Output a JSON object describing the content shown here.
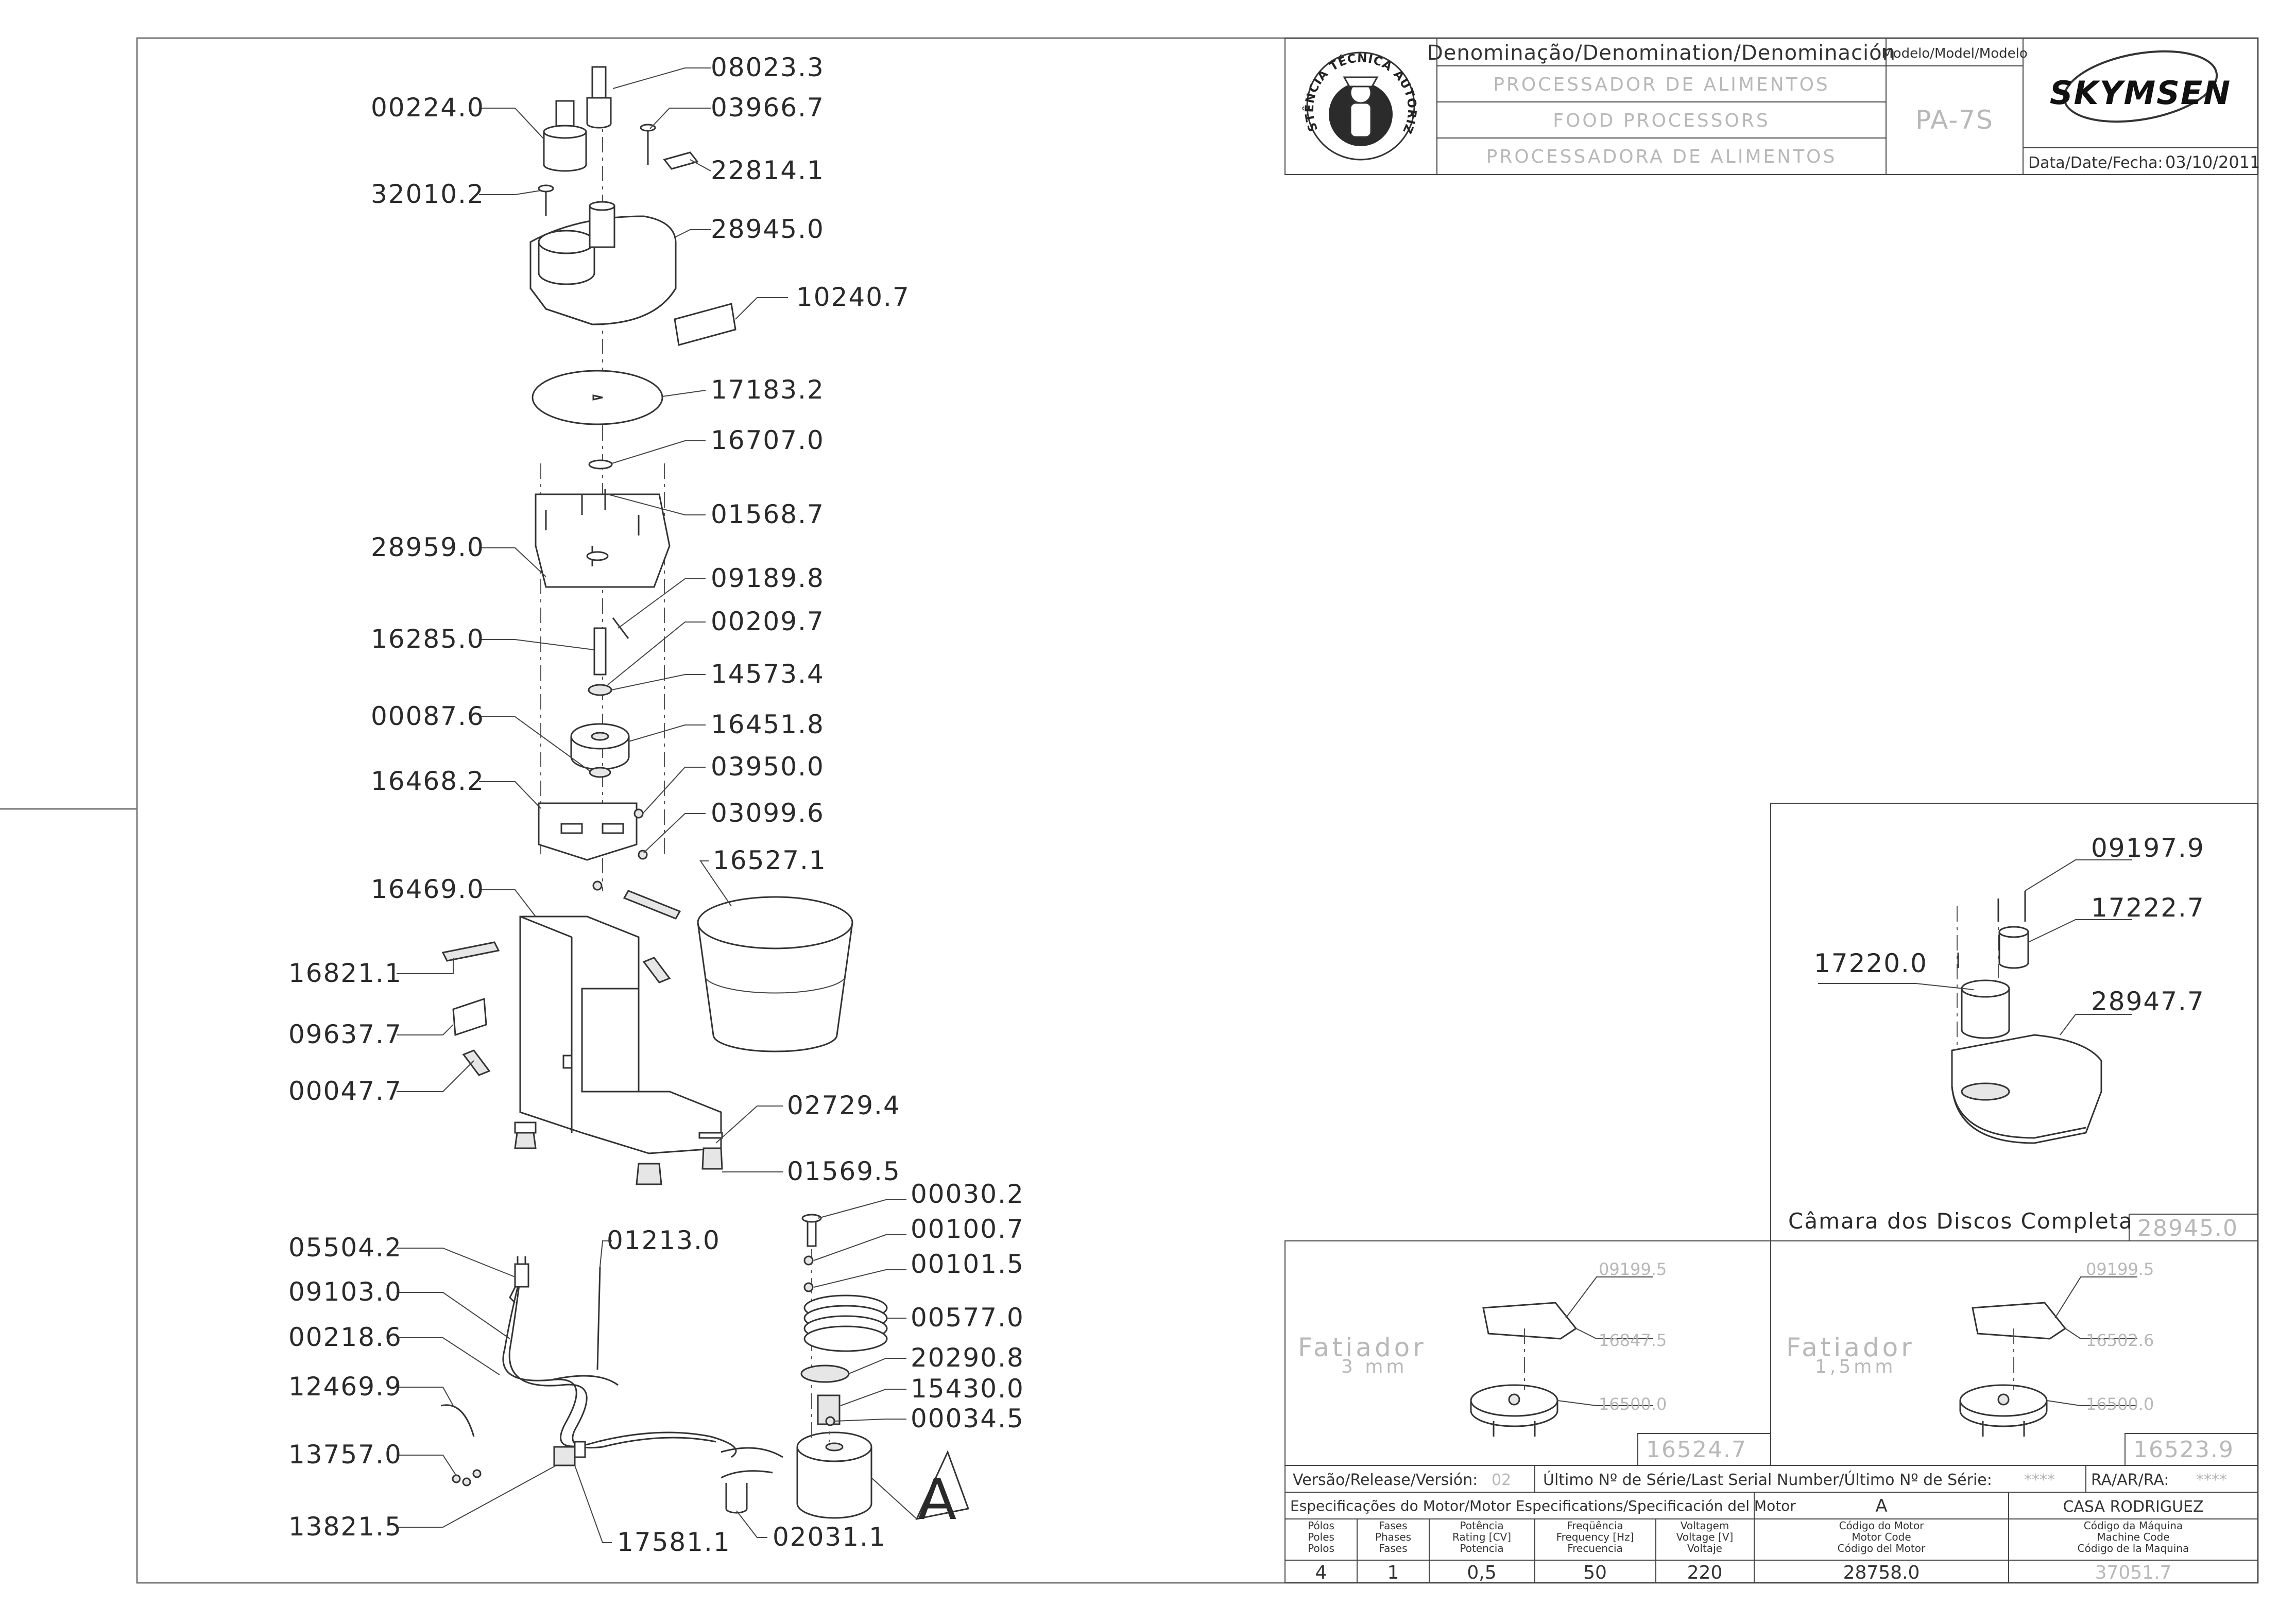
{
  "title_block": {
    "denomination_header": "Denominação/Denomination/Denominación",
    "model_header": "Modelo/Model/Modelo",
    "name_pt": "PROCESSADOR DE ALIMENTOS",
    "name_en": "FOOD PROCESSORS",
    "name_es": "PROCESSADORA DE ALIMENTOS",
    "model": "PA-7S",
    "brand": "SKYMSEN",
    "date_label": "Data/Date/Fecha:",
    "date": "03/10/2011",
    "seal_text": "ASSISTÊNCIA TÉCNICA AUTORIZADA"
  },
  "main_parts": {
    "p08023": "08023.3",
    "p00224": "00224.0",
    "p03966": "03966.7",
    "p22814": "22814.1",
    "p32010": "32010.2",
    "p28945": "28945.0",
    "p10240": "10240.7",
    "p17183": "17183.2",
    "p16707": "16707.0",
    "p01568": "01568.7",
    "p28959": "28959.0",
    "p09189": "09189.8",
    "p00209": "00209.7",
    "p16285": "16285.0",
    "p14573": "14573.4",
    "p00087": "00087.6",
    "p16451": "16451.8",
    "p03950": "03950.0",
    "p16468": "16468.2",
    "p03099": "03099.6",
    "p16527": "16527.1",
    "p16469": "16469.0",
    "p16821": "16821.1",
    "p09637": "09637.7",
    "p00047": "00047.7",
    "p02729": "02729.4",
    "p01569": "01569.5"
  },
  "electrical_parts": {
    "p05504": "05504.2",
    "p01213": "01213.0",
    "p09103": "09103.0",
    "p00218": "00218.6",
    "p12469": "12469.9",
    "p13757": "13757.0",
    "p13821": "13821.5",
    "p17581": "17581.1",
    "p02031": "02031.1",
    "p00030": "00030.2",
    "p00100": "00100.7",
    "p00101": "00101.5",
    "p00577": "00577.0",
    "p20290": "20290.8",
    "p15430": "15430.0",
    "p00034": "00034.5",
    "detail_letter": "A"
  },
  "chamber": {
    "p09197": "09197.9",
    "p17222": "17222.7",
    "p17220": "17220.0",
    "p28947": "28947.7",
    "caption": "Câmara dos Discos Completa",
    "code": "28945.0"
  },
  "slicer3": {
    "title": "Fatiador",
    "size": "3 mm",
    "p09199": "09199.5",
    "p16847": "16847.5",
    "p16500": "16500.0",
    "code": "16524.7"
  },
  "slicer15": {
    "title": "Fatiador",
    "size": "1,5mm",
    "p09199": "09199.5",
    "p16502": "16502.6",
    "p16500": "16500.0",
    "code": "16523.9"
  },
  "release": {
    "release_label": "Versão/Release/Versión:",
    "release_value": "02",
    "serial_label": "Último Nº de Série/Last Serial Number/Último Nº de Série:",
    "serial_value": "****",
    "ra_label": "RA/AR/RA:",
    "ra_value": "****"
  },
  "motor": {
    "spec_header": "Especificações do Motor/Motor Especifications/Specificación del Motor",
    "col_a": "A",
    "col_b": "CASA RODRIGUEZ",
    "poles_label": "Pólos\nPoles\nPolos",
    "phases_label": "Fases\nPhases\nFases",
    "power_label": "Potência\nRating [CV]\nPotencia",
    "freq_label": "Freqüência\nFrequency [Hz]\nFrecuencia",
    "volt_label": "Voltagem\nVoltage [V]\nVoltaje",
    "motor_code_label": "Código do Motor\nMotor Code\nCódigo del Motor",
    "machine_code_label": "Código da Máquina\nMachine Code\nCódigo de la Maquina",
    "poles": "4",
    "phases": "1",
    "power": "0,5",
    "freq": "50",
    "volt": "220",
    "motor_code": "28758.0",
    "machine_code": "37051.7"
  },
  "colors": {
    "line": "#333333",
    "ghost_text": "#b8b8b8",
    "fill_light": "#e6e6e6"
  },
  "icons": {
    "seal": "technician-seal-icon",
    "brand": "skymsen-logo"
  }
}
